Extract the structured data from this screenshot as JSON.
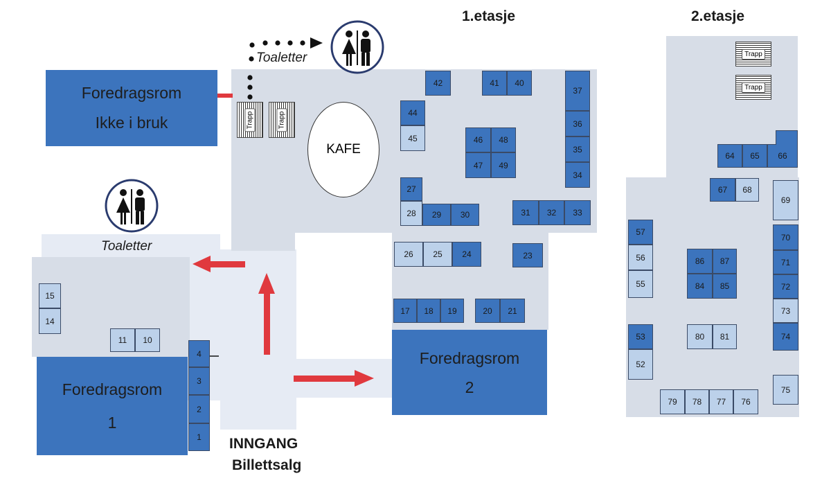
{
  "floor1_title": "1.etasje",
  "floor2_title": "2.etasje",
  "entrance": {
    "line1": "INNGANG",
    "line2": "Billettsalg"
  },
  "toilet_label": "Toaletter",
  "toilet_label_top": "Toaletter",
  "kafe": "KAFE",
  "stairs_label": "Trapp",
  "rooms": {
    "top_left": {
      "line1": "Foredragsrom",
      "line2": "Ikke i bruk"
    },
    "room1": {
      "line1": "Foredragsrom",
      "line2": "1"
    },
    "room2": {
      "line1": "Foredragsrom",
      "line2": "2"
    }
  },
  "booths": {
    "b1": "1",
    "b2": "2",
    "b3": "3",
    "b4": "4",
    "b10": "10",
    "b11": "11",
    "b14": "14",
    "b15": "15",
    "b17": "17",
    "b18": "18",
    "b19": "19",
    "b20": "20",
    "b21": "21",
    "b23": "23",
    "b24": "24",
    "b25": "25",
    "b26": "26",
    "b27": "27",
    "b28": "28",
    "b29": "29",
    "b30": "30",
    "b31": "31",
    "b32": "32",
    "b33": "33",
    "b34": "34",
    "b35": "35",
    "b36": "36",
    "b37": "37",
    "b40": "40",
    "b41": "41",
    "b42": "42",
    "b44": "44",
    "b45": "45",
    "b46": "46",
    "b47": "47",
    "b48": "48",
    "b49": "49",
    "b52": "52",
    "b53": "53",
    "b55": "55",
    "b56": "56",
    "b57": "57",
    "b64": "64",
    "b65": "65",
    "b66": "66",
    "b67": "67",
    "b68": "68",
    "b69": "69",
    "b70": "70",
    "b71": "71",
    "b72": "72",
    "b73": "73",
    "b74": "74",
    "b75": "75",
    "b76": "76",
    "b77": "77",
    "b78": "78",
    "b79": "79",
    "b80": "80",
    "b81": "81",
    "b84": "84",
    "b85": "85",
    "b86": "86",
    "b87": "87"
  },
  "colors": {
    "booth_dark": "#3c74bd",
    "booth_light": "#bcd1ea",
    "floor": "#d7dde7",
    "arrow": "#e0393e",
    "toilet_icon": "#2a3b6e"
  }
}
